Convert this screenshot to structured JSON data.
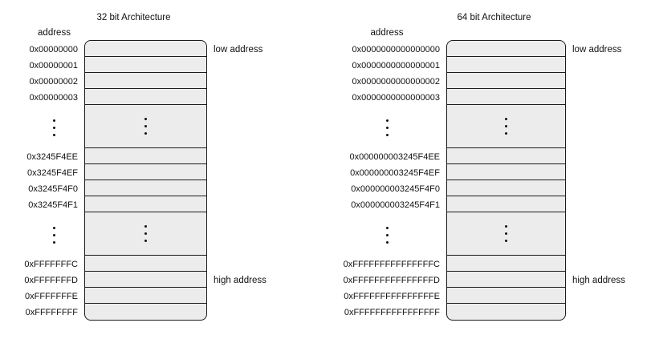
{
  "colors": {
    "background": "#ffffff",
    "cell_fill": "#ececec",
    "border": "#1b1b1b",
    "text": "#111111"
  },
  "diagrams": [
    {
      "title": "32 bit Architecture",
      "address_column_label": "address",
      "side_labels": {
        "low": "low address",
        "high": "high address"
      },
      "addresses": [
        "0x00000000",
        "0x00000001",
        "0x00000002",
        "0x00000003",
        "0x3245F4EE",
        "0x3245F4EF",
        "0x3245F4F0",
        "0x3245F4F1",
        "0xFFFFFFFC",
        "0xFFFFFFFD",
        "0xFFFFFFFE",
        "0xFFFFFFFF"
      ]
    },
    {
      "title": "64 bit Architecture",
      "address_column_label": "address",
      "side_labels": {
        "low": "low address",
        "high": "high address"
      },
      "addresses": [
        "0x0000000000000000",
        "0x0000000000000001",
        "0x0000000000000002",
        "0x0000000000000003",
        "0x000000003245F4EE",
        "0x000000003245F4EF",
        "0x000000003245F4F0",
        "0x000000003245F4F1",
        "0xFFFFFFFFFFFFFFFC",
        "0xFFFFFFFFFFFFFFFD",
        "0xFFFFFFFFFFFFFFFE",
        "0xFFFFFFFFFFFFFFFF"
      ]
    }
  ]
}
